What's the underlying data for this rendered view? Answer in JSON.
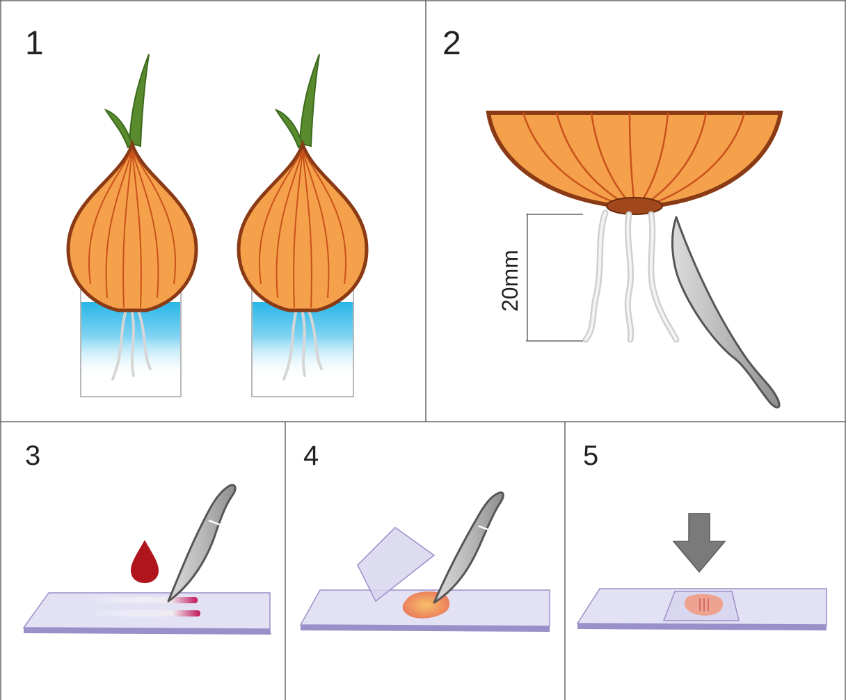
{
  "panels": [
    {
      "number": "1"
    },
    {
      "number": "2",
      "measurement": "20mm"
    },
    {
      "number": "3"
    },
    {
      "number": "4"
    },
    {
      "number": "5"
    }
  ],
  "colors": {
    "onion_flesh": "#f5a04a",
    "onion_outline": "#8a3a14",
    "onion_veins": "#c8521c",
    "sprout_green": "#5a8a2e",
    "water_blue": "#29b6e8",
    "root_white": "#eeeeee",
    "scalpel_grey": "#b9b9b9",
    "slide_top": "#e2e2f4",
    "slide_edge": "#9a8fc8",
    "stain_drop": "#b0141c",
    "tissue_pink": "#f0967a",
    "arrow_grey": "#7a7a7a",
    "panel_border": "#666666"
  },
  "icons": [
    "onion-bulb-icon",
    "water-beaker-icon",
    "scalpel-icon",
    "stain-drop-icon",
    "microscope-slide-icon",
    "cover-slip-icon",
    "down-arrow-icon"
  ]
}
